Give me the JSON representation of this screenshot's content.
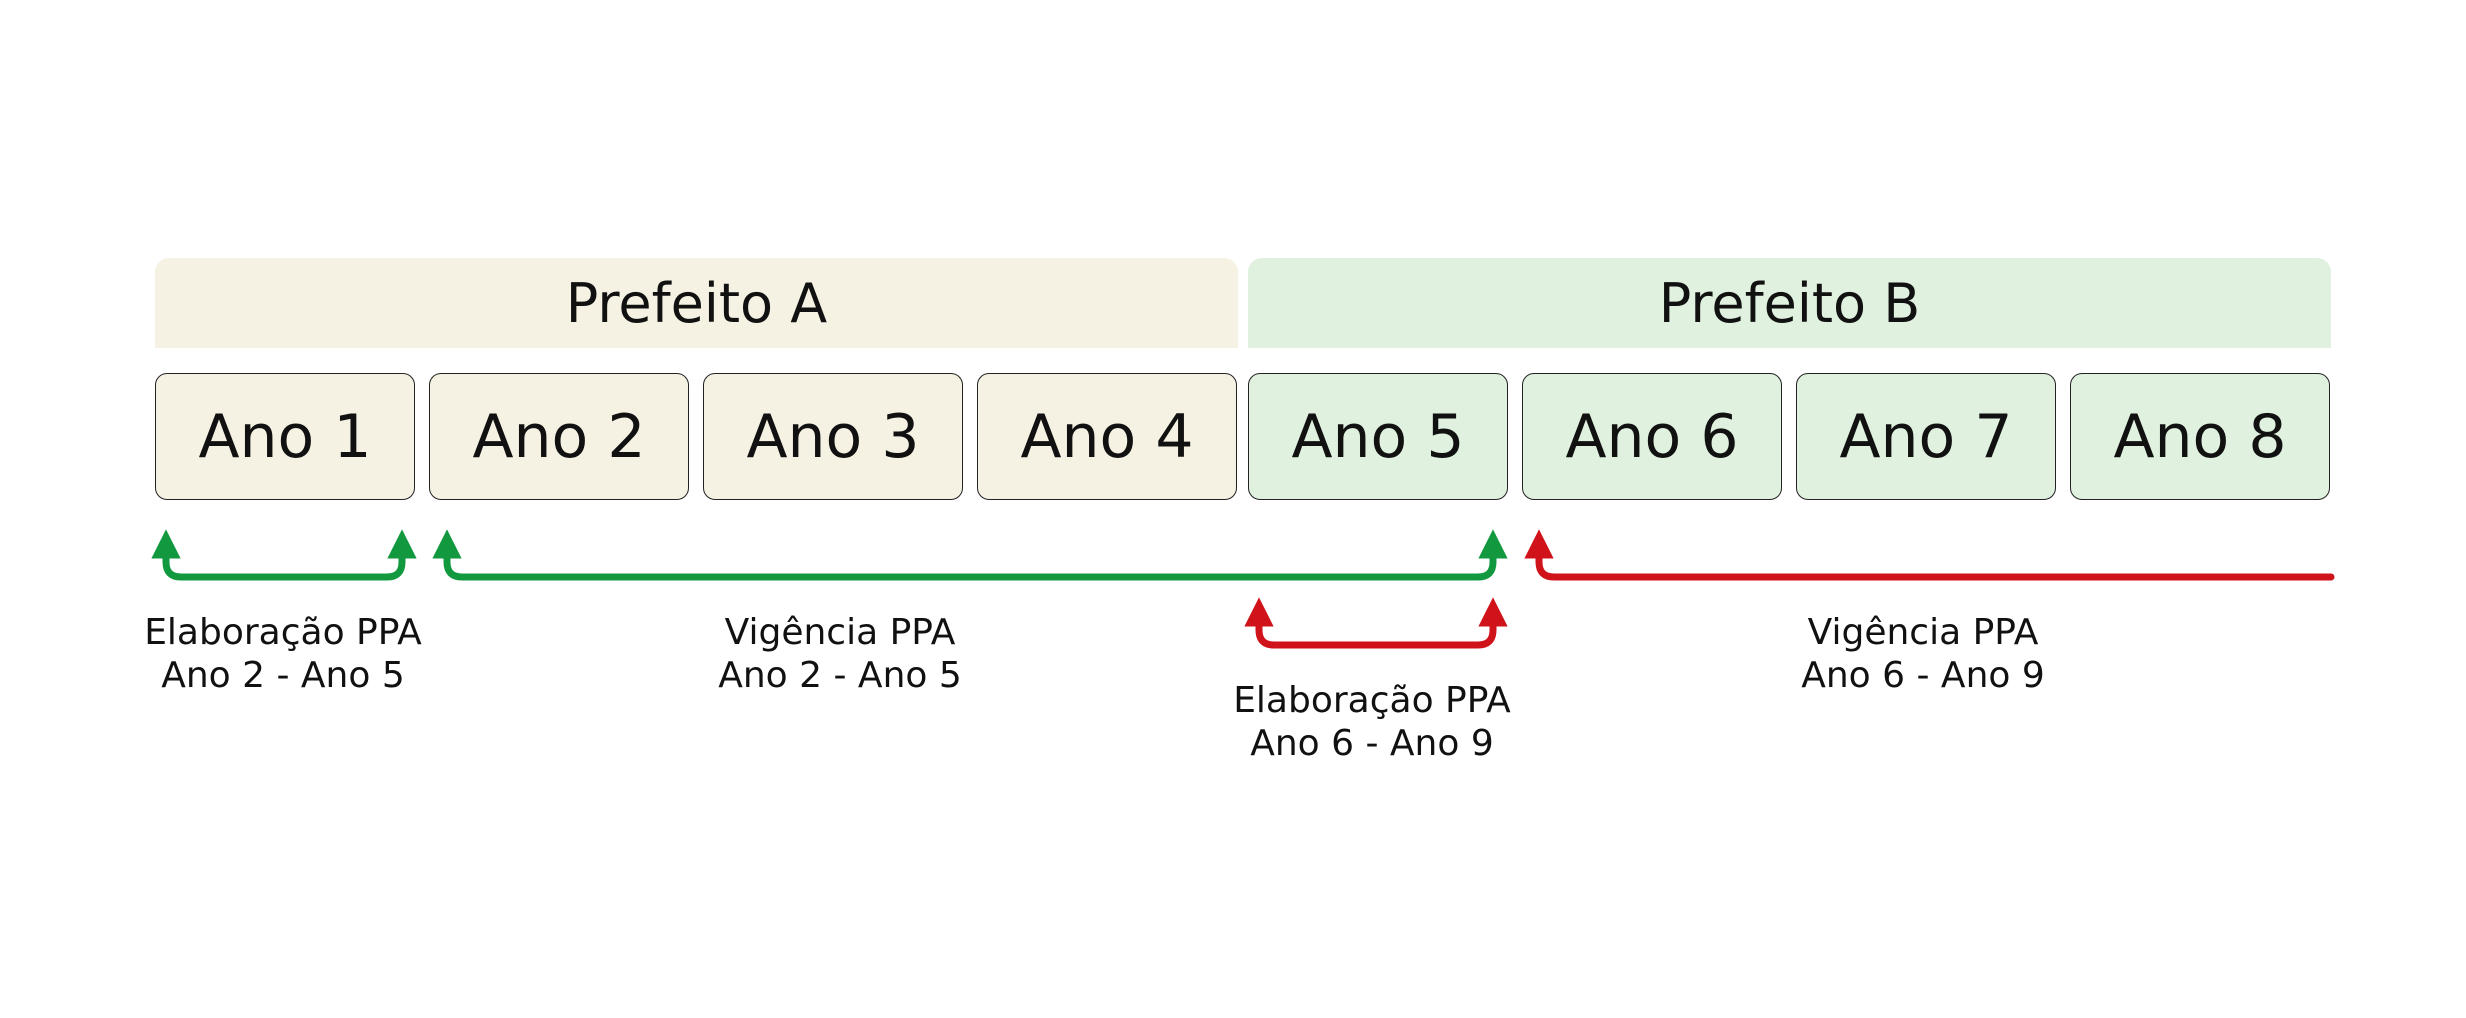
{
  "mayors": [
    {
      "name": "Prefeito A"
    },
    {
      "name": "Prefeito B"
    }
  ],
  "years": [
    "Ano 1",
    "Ano 2",
    "Ano 3",
    "Ano 4",
    "Ano 5",
    "Ano 6",
    "Ano 7",
    "Ano 8"
  ],
  "colors": {
    "mayor_a_fill": "#f5f1e3",
    "mayor_b_fill": "#e0f1df",
    "green_arrow": "#12993f",
    "red_arrow": "#d0121b"
  },
  "annotations": [
    {
      "line1": "Elaboração PPA",
      "line2": "Ano 2 - Ano 5",
      "color": "green"
    },
    {
      "line1": "Vigência PPA",
      "line2": "Ano 2 - Ano 5",
      "color": "green"
    },
    {
      "line1": "Elaboração PPA",
      "line2": "Ano 6 - Ano 9",
      "color": "red"
    },
    {
      "line1": "Vigência PPA",
      "line2": "Ano 6 - Ano 9",
      "color": "red"
    }
  ]
}
